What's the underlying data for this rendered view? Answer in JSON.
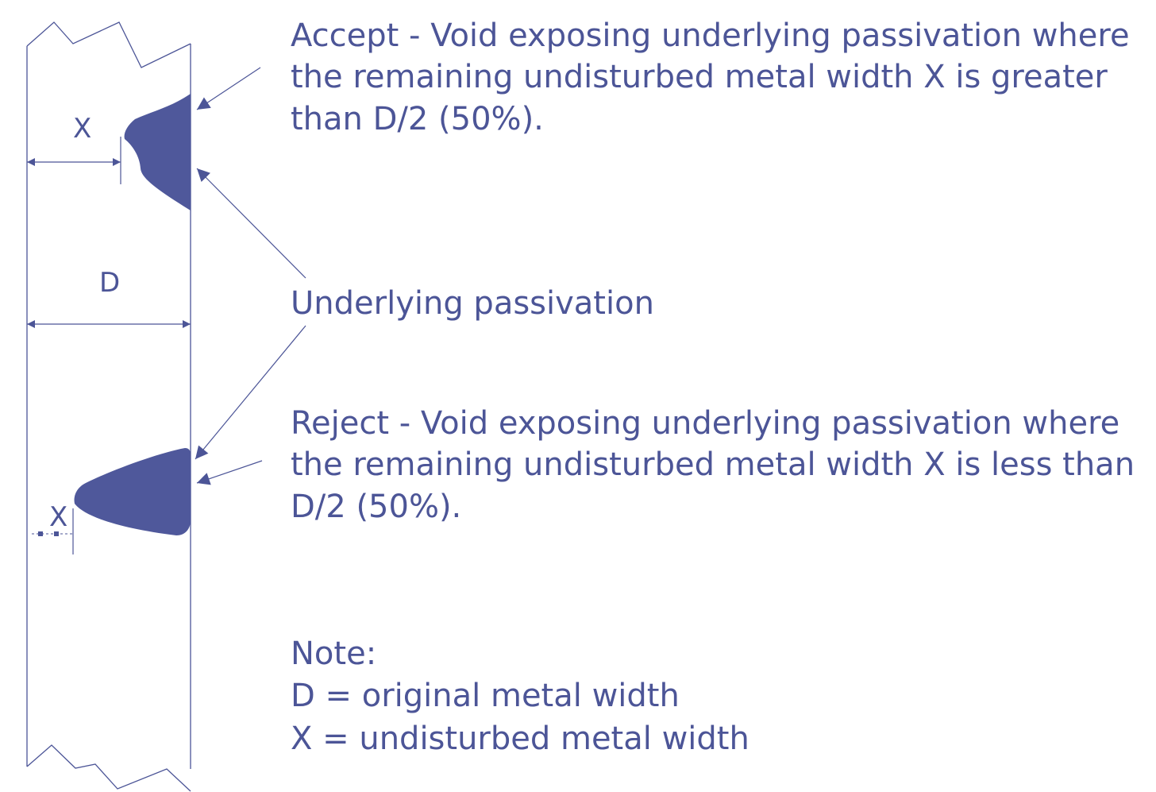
{
  "colors": {
    "ink": "#4c5597",
    "void_fill": "#4f589b",
    "background": "#ffffff"
  },
  "accept_text": {
    "line1": "Accept - Void exposing underlying passivation where",
    "line2": "the remaining undisturbed metal width X is greater",
    "line3": "than D/2 (50%)."
  },
  "passivation_label": "Underlying passivation",
  "reject_text": {
    "line1": "Reject - Void exposing underlying passivation where",
    "line2": "the remaining undisturbed metal width X is less than",
    "line3": "D/2 (50%)."
  },
  "note": {
    "heading": "Note:",
    "line1": "D = original metal width",
    "line2": "X = undisturbed metal width"
  },
  "dimension_labels": {
    "x_top": "X",
    "d": "D",
    "x_bottom": "X"
  }
}
